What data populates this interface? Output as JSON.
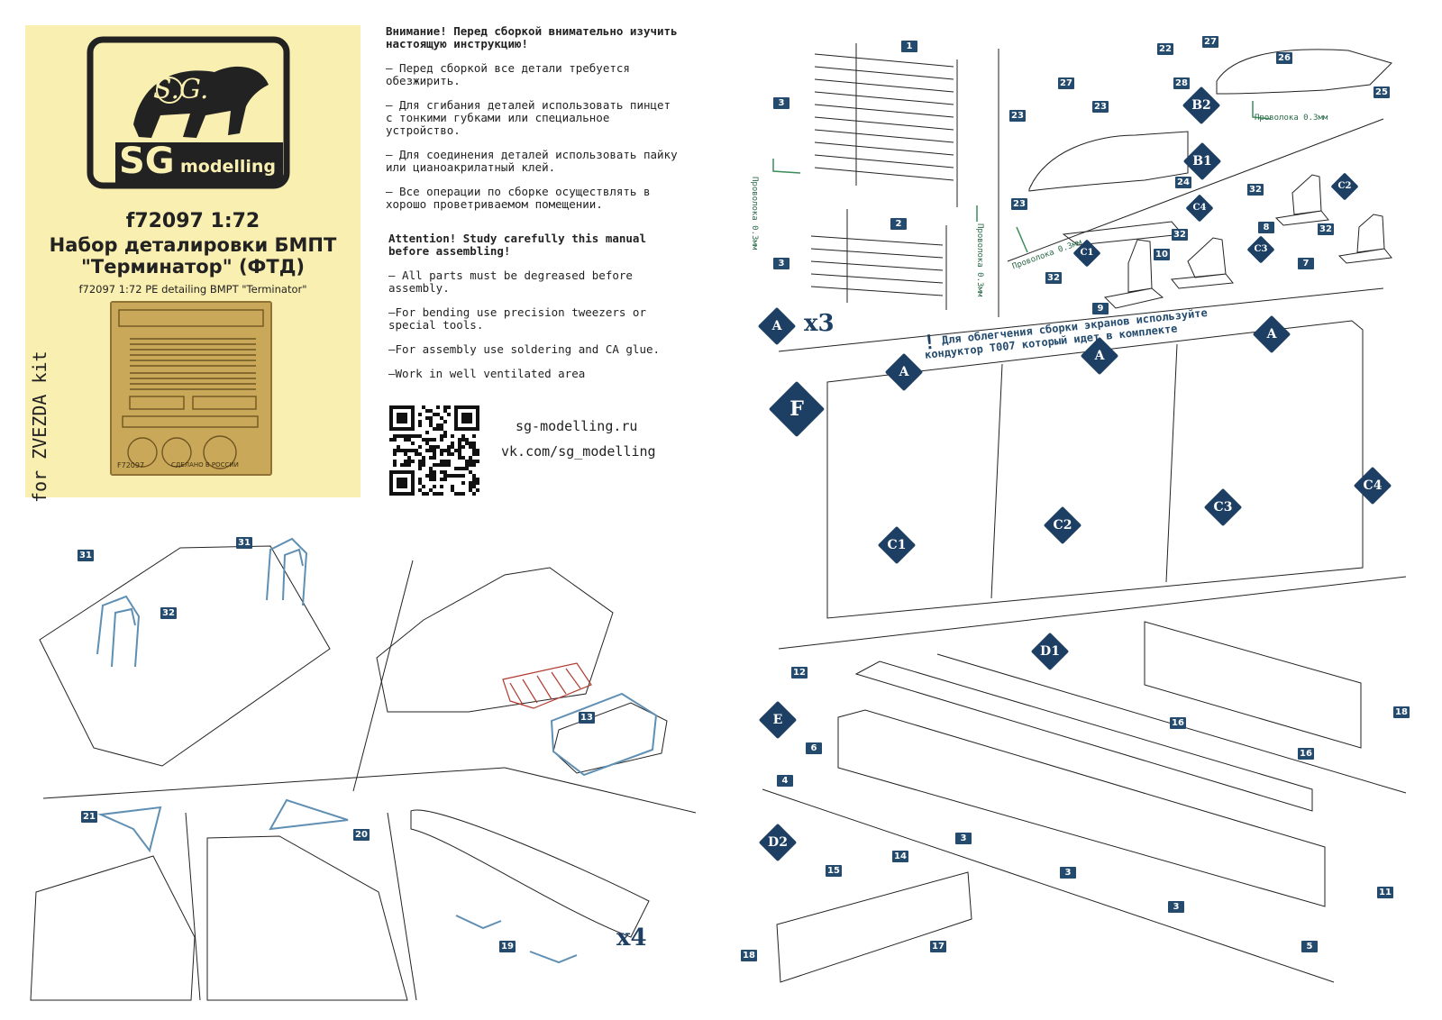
{
  "brand": {
    "logo_initials": "S.G.",
    "logo_sg": "SG",
    "logo_modelling": "modelling"
  },
  "kit": {
    "code": "f72097 1:72",
    "title_line1": "Набор деталировки БМПТ",
    "title_line2": "\"Терминатор\" (ФТД)",
    "subtitle": "f72097 1:72 PE detailing BMPT \"Terminator\"",
    "for_kit": "for ZVEZDA kit",
    "fret_code": "F72097",
    "fret_made_in": "СДЕЛАНО В РОССИИ"
  },
  "instructions_ru": {
    "heading": "Внимание! Перед сборкой внимательно изучить настоящую инструкцию!",
    "items": [
      "– Перед сборкой все детали требуется обезжирить.",
      "– Для сгибания деталей использовать пинцет с тонкими губками или специальное устройство.",
      "– Для соединения деталей использовать пайку или цианоакрилатный клей.",
      "– Все операции по сборке осуществлять в хорошо проветриваемом помещении."
    ]
  },
  "instructions_en": {
    "heading": "Attention! Study carefully this manual before assembling!",
    "items": [
      "– All parts must be degreased before assembly.",
      "–For bending use precision tweezers or special tools.",
      "–For assembly use soldering and CA glue.",
      "–Work in well ventilated area"
    ]
  },
  "links": {
    "site": "sg-modelling.ru",
    "vk": "vk.com/sg_modelling"
  },
  "annotations": {
    "wire": "Проволока 0.3мм",
    "jig_note": "Для облегчения сборки экранов используйте кондуктор T007 который идет в комплекте",
    "multiplier_a": "x3",
    "multiplier_wheel": "x4"
  },
  "steps": {
    "A": "A",
    "B1": "B1",
    "B2": "B2",
    "C1": "C1",
    "C2": "C2",
    "C3": "C3",
    "C4": "C4",
    "D1": "D1",
    "D2": "D2",
    "E": "E",
    "F": "F"
  },
  "part_numbers": {
    "p1": "1",
    "p2": "2",
    "p3": "3",
    "p4": "4",
    "p5": "5",
    "p6": "6",
    "p7": "7",
    "p8": "8",
    "p9": "9",
    "p10": "10",
    "p11": "11",
    "p12": "12",
    "p13": "13",
    "p14": "14",
    "p15": "15",
    "p16": "16",
    "p17": "17",
    "p18": "18",
    "p19": "19",
    "p20": "20",
    "p21": "21",
    "p22": "22",
    "p23": "23",
    "p24": "24",
    "p25": "25",
    "p26": "26",
    "p27": "27",
    "p28": "28",
    "p31": "31",
    "p32": "32"
  },
  "colors": {
    "card_bg": "#f9efb0",
    "label_bg": "#244b6e",
    "part_blue": "#5f8fb3",
    "hatch_red": "#b03a2e"
  }
}
